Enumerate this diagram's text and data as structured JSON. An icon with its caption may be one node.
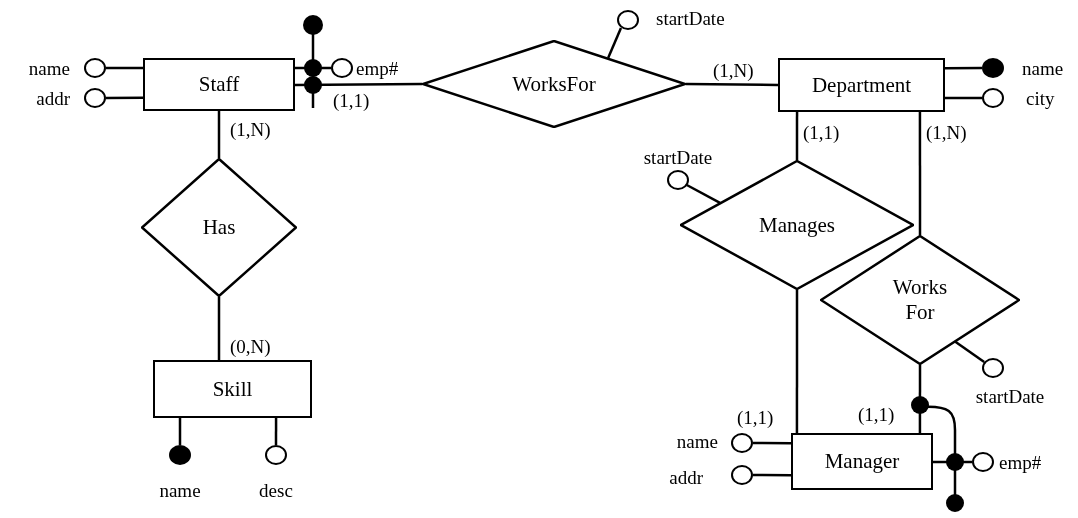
{
  "diagram": {
    "nodes": [
      {
        "text": [
          "Staff"
        ]
      },
      {
        "text": [],
        "shape": "circle",
        "beside": [
          "name"
        ]
      },
      {
        "text": [],
        "shape": "circle",
        "beside": [
          "addr"
        ]
      },
      {
        "text": [],
        "shape": "circle",
        "beside": [
          "emp#"
        ]
      },
      {
        "text": [
          "WorksFor"
        ]
      },
      {
        "text": [],
        "shape": "circle",
        "beside": [
          "startDate"
        ]
      },
      {
        "text": [
          "Department"
        ]
      },
      {
        "text": [],
        "shape": "dot",
        "beside": [
          "name"
        ]
      },
      {
        "text": [],
        "shape": "circle",
        "beside": [
          "city"
        ]
      },
      {
        "text": [
          "Has"
        ]
      },
      {
        "text": [],
        "shape": "circle",
        "beside": [
          "startDate"
        ]
      },
      {
        "text": [
          "Manages"
        ]
      },
      {
        "text": [
          "Works For"
        ]
      },
      {
        "text": [
          "Skill"
        ]
      },
      {
        "text": [],
        "shape": "circle",
        "beside": [
          "startDate"
        ]
      },
      {
        "text": [
          "Manager"
        ]
      },
      {
        "text": [],
        "shape": "circle",
        "beside": [
          "name"
        ]
      },
      {
        "text": [],
        "shape": "circle",
        "beside": [
          "addr"
        ]
      },
      {
        "text": [],
        "shape": "circle",
        "beside": [
          "emp#"
        ]
      },
      {
        "text": [],
        "shape": "dot",
        "beside": [
          "name"
        ]
      },
      {
        "text": [],
        "shape": "circle",
        "beside": [
          "desc"
        ]
      }
    ],
    "edges": [
      {
        "from": 0,
        "to": 1,
        "arrow": "none"
      },
      {
        "from": 0,
        "to": 2,
        "arrow": "none"
      },
      {
        "from": 0,
        "to": 3,
        "arrow": "none"
      },
      {
        "from": 0,
        "to": 4,
        "arrow": "none",
        "label": "(1,1)"
      },
      {
        "from": 4,
        "to": 5,
        "arrow": "none"
      },
      {
        "from": 4,
        "to": 6,
        "arrow": "none",
        "label": "(1,N)"
      },
      {
        "from": 6,
        "to": 7,
        "arrow": "none"
      },
      {
        "from": 6,
        "to": 8,
        "arrow": "none"
      },
      {
        "from": 0,
        "to": 9,
        "arrow": "none",
        "label": "(1,N)"
      },
      {
        "from": 9,
        "to": 13,
        "arrow": "none",
        "label": "(0,N)"
      },
      {
        "from": 6,
        "to": 11,
        "arrow": "none",
        "label": "(1,1)"
      },
      {
        "from": 11,
        "to": 10,
        "arrow": "none"
      },
      {
        "from": 6,
        "to": 12,
        "arrow": "none",
        "label": "(1,N)"
      },
      {
        "from": 12,
        "to": 14,
        "arrow": "none"
      },
      {
        "from": 11,
        "to": 15,
        "arrow": "none",
        "label": "(1,1)"
      },
      {
        "from": 12,
        "to": 15,
        "arrow": "none",
        "label": "(1,1)"
      },
      {
        "from": 15,
        "to": 16,
        "arrow": "none"
      },
      {
        "from": 15,
        "to": 17,
        "arrow": "none"
      },
      {
        "from": 15,
        "to": 18,
        "arrow": "none"
      },
      {
        "from": 13,
        "to": 19,
        "arrow": "none"
      },
      {
        "from": 13,
        "to": 20,
        "arrow": "none"
      }
    ]
  }
}
